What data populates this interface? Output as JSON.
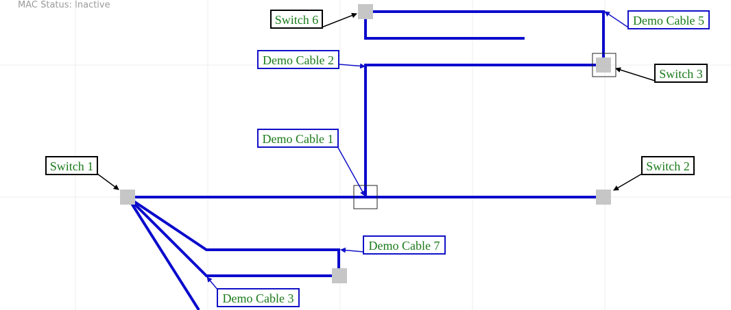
{
  "status": {
    "mac_status": "MAC Status: Inactive"
  },
  "colors": {
    "cable": "#0a0acc",
    "switch_fill": "#c6c6c6",
    "label_text": "#1a7a1a",
    "switch_label_border": "#000000",
    "cable_label_border": "#1010c8",
    "grid": "#eeeeee"
  },
  "switches": [
    {
      "id": "sw1",
      "label": "Switch 1"
    },
    {
      "id": "sw2",
      "label": "Switch 2"
    },
    {
      "id": "sw3",
      "label": "Switch 3"
    },
    {
      "id": "sw6",
      "label": "Switch 6"
    },
    {
      "id": "sw7",
      "label": ""
    }
  ],
  "cables": [
    {
      "id": "c1",
      "label": "Demo Cable 1"
    },
    {
      "id": "c2",
      "label": "Demo Cable 2"
    },
    {
      "id": "c3",
      "label": "Demo Cable 3"
    },
    {
      "id": "c5",
      "label": "Demo Cable 5"
    },
    {
      "id": "c7",
      "label": "Demo Cable 7"
    }
  ]
}
